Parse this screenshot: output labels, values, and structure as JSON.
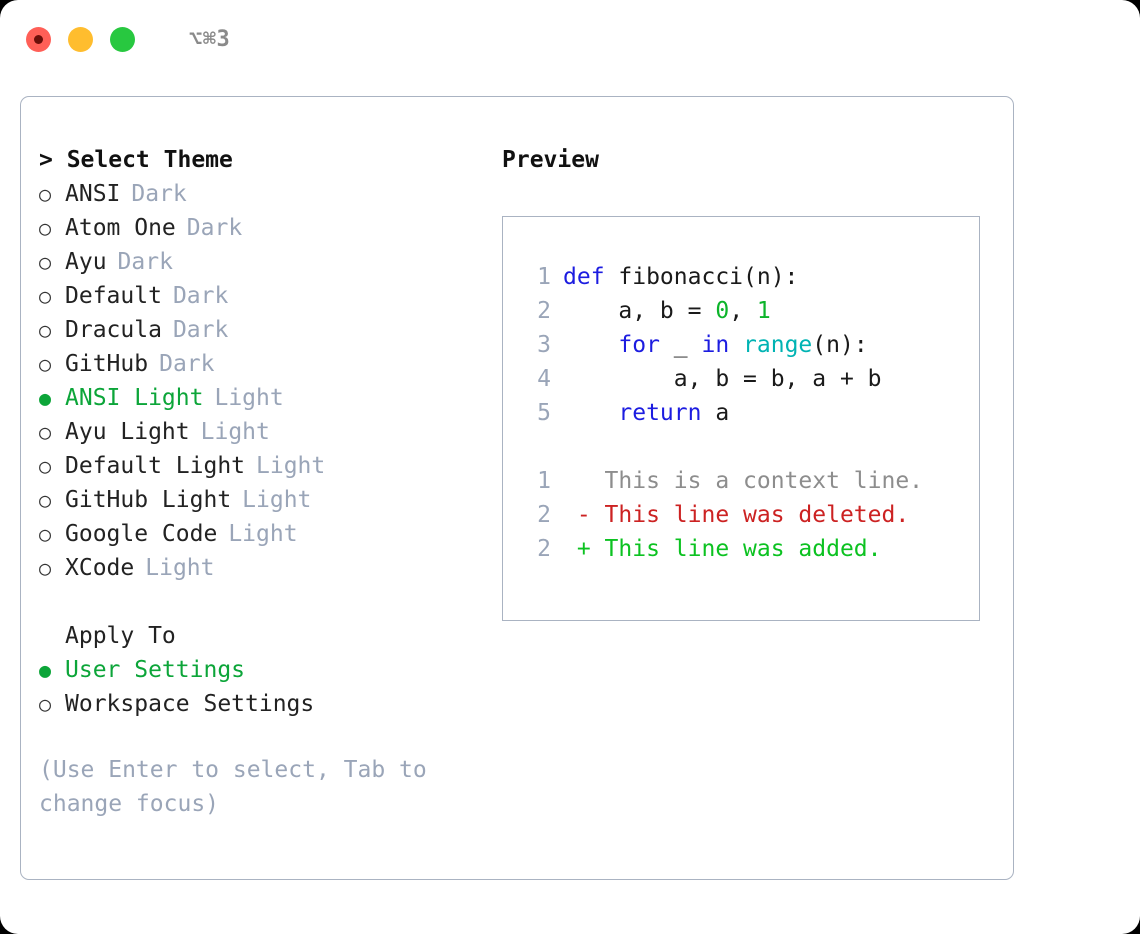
{
  "titlebar": {
    "shortcut": "⌥⌘3",
    "lights": [
      "close-light",
      "minimize-light",
      "maximize-light"
    ]
  },
  "theme_picker": {
    "heading": "> Select Theme",
    "marker_selected": "●",
    "marker_unselected": "○",
    "items": [
      {
        "name": "ANSI",
        "variant": "Dark",
        "selected": false
      },
      {
        "name": "Atom One",
        "variant": "Dark",
        "selected": false
      },
      {
        "name": "Ayu",
        "variant": "Dark",
        "selected": false
      },
      {
        "name": "Default",
        "variant": "Dark",
        "selected": false
      },
      {
        "name": "Dracula",
        "variant": "Dark",
        "selected": false
      },
      {
        "name": "GitHub",
        "variant": "Dark",
        "selected": false
      },
      {
        "name": "ANSI Light",
        "variant": "Light",
        "selected": true
      },
      {
        "name": "Ayu Light",
        "variant": "Light",
        "selected": false
      },
      {
        "name": "Default Light",
        "variant": "Light",
        "selected": false
      },
      {
        "name": "GitHub Light",
        "variant": "Light",
        "selected": false
      },
      {
        "name": "Google Code",
        "variant": "Light",
        "selected": false
      },
      {
        "name": "XCode",
        "variant": "Light",
        "selected": false
      }
    ]
  },
  "apply_to": {
    "heading": "Apply To",
    "items": [
      {
        "label": "User Settings",
        "selected": true
      },
      {
        "label": "Workspace Settings",
        "selected": false
      }
    ]
  },
  "hint": "(Use Enter to select, Tab to change focus)",
  "preview": {
    "title": "Preview",
    "code_lines": [
      {
        "ln": "1",
        "tokens": [
          {
            "t": "def ",
            "c": "tok-kw"
          },
          {
            "t": "fibonacci(n):",
            "c": "tok-id"
          }
        ]
      },
      {
        "ln": "2",
        "tokens": [
          {
            "t": "    a, b = ",
            "c": "tok-id"
          },
          {
            "t": "0",
            "c": "tok-num"
          },
          {
            "t": ", ",
            "c": "tok-id"
          },
          {
            "t": "1",
            "c": "tok-num"
          }
        ]
      },
      {
        "ln": "3",
        "tokens": [
          {
            "t": "    ",
            "c": "tok-id"
          },
          {
            "t": "for",
            "c": "tok-kw"
          },
          {
            "t": " _ ",
            "c": "tok-id"
          },
          {
            "t": "in",
            "c": "tok-kw"
          },
          {
            "t": " ",
            "c": "tok-id"
          },
          {
            "t": "range",
            "c": "tok-fn"
          },
          {
            "t": "(n):",
            "c": "tok-id"
          }
        ]
      },
      {
        "ln": "4",
        "tokens": [
          {
            "t": "        a, b = b, a + b",
            "c": "tok-id"
          }
        ]
      },
      {
        "ln": "5",
        "tokens": [
          {
            "t": "    ",
            "c": "tok-id"
          },
          {
            "t": "return",
            "c": "tok-kw"
          },
          {
            "t": " a",
            "c": "tok-id"
          }
        ]
      }
    ],
    "diff_lines": [
      {
        "ln": "1",
        "tokens": [
          {
            "t": "   This is a context line.",
            "c": "tok-ctx"
          }
        ]
      },
      {
        "ln": "2",
        "tokens": [
          {
            "t": " - This line was deleted.",
            "c": "tok-del"
          }
        ]
      },
      {
        "ln": "2",
        "tokens": [
          {
            "t": " + This line was added.",
            "c": "tok-add"
          }
        ]
      }
    ]
  },
  "colors": {
    "accent_green": "#0ca539",
    "muted": "#9aa5b8",
    "border": "#aab3c2",
    "keyword": "#1c1ce0",
    "function": "#00b3b3",
    "number": "#0cb42a",
    "diff_delete": "#cc2222",
    "diff_add": "#0cc221",
    "light_red": "#ff5f57",
    "light_yellow": "#ffbd2e",
    "light_green": "#28c840"
  }
}
